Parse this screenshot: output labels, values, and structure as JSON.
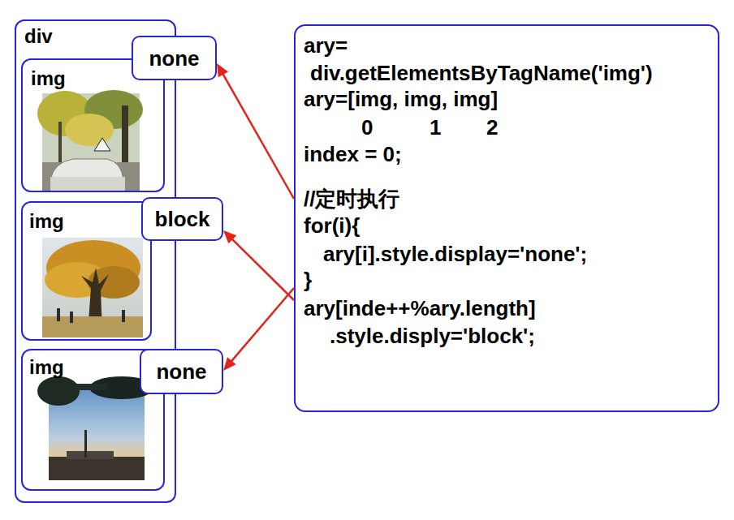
{
  "diagram": {
    "nodes": [
      {
        "text": [
          "div"
        ]
      },
      {
        "text": [
          "img"
        ],
        "in": 0
      },
      {
        "text": [
          "none"
        ]
      },
      {
        "text": [
          "img"
        ],
        "in": 0
      },
      {
        "text": [
          "block"
        ]
      },
      {
        "text": [
          "img"
        ],
        "in": 0
      },
      {
        "text": [
          "none"
        ]
      },
      {
        "text": [
          "ary=",
          "div.getElementsByTagName('img')",
          "ary=[img, img, img]",
          "0",
          "1",
          "2",
          "index = 0;",
          "//定时执行",
          "for(i){",
          "ary[i].style.display='none';",
          "}",
          "ary[inde++%ary.length]",
          ".style.disply='block';"
        ]
      }
    ],
    "edges": [
      {
        "from": 7,
        "to": 2,
        "arrow": "to"
      },
      {
        "from": 7,
        "to": 4,
        "arrow": "to"
      },
      {
        "from": 7,
        "to": 6,
        "arrow": "to"
      }
    ]
  }
}
